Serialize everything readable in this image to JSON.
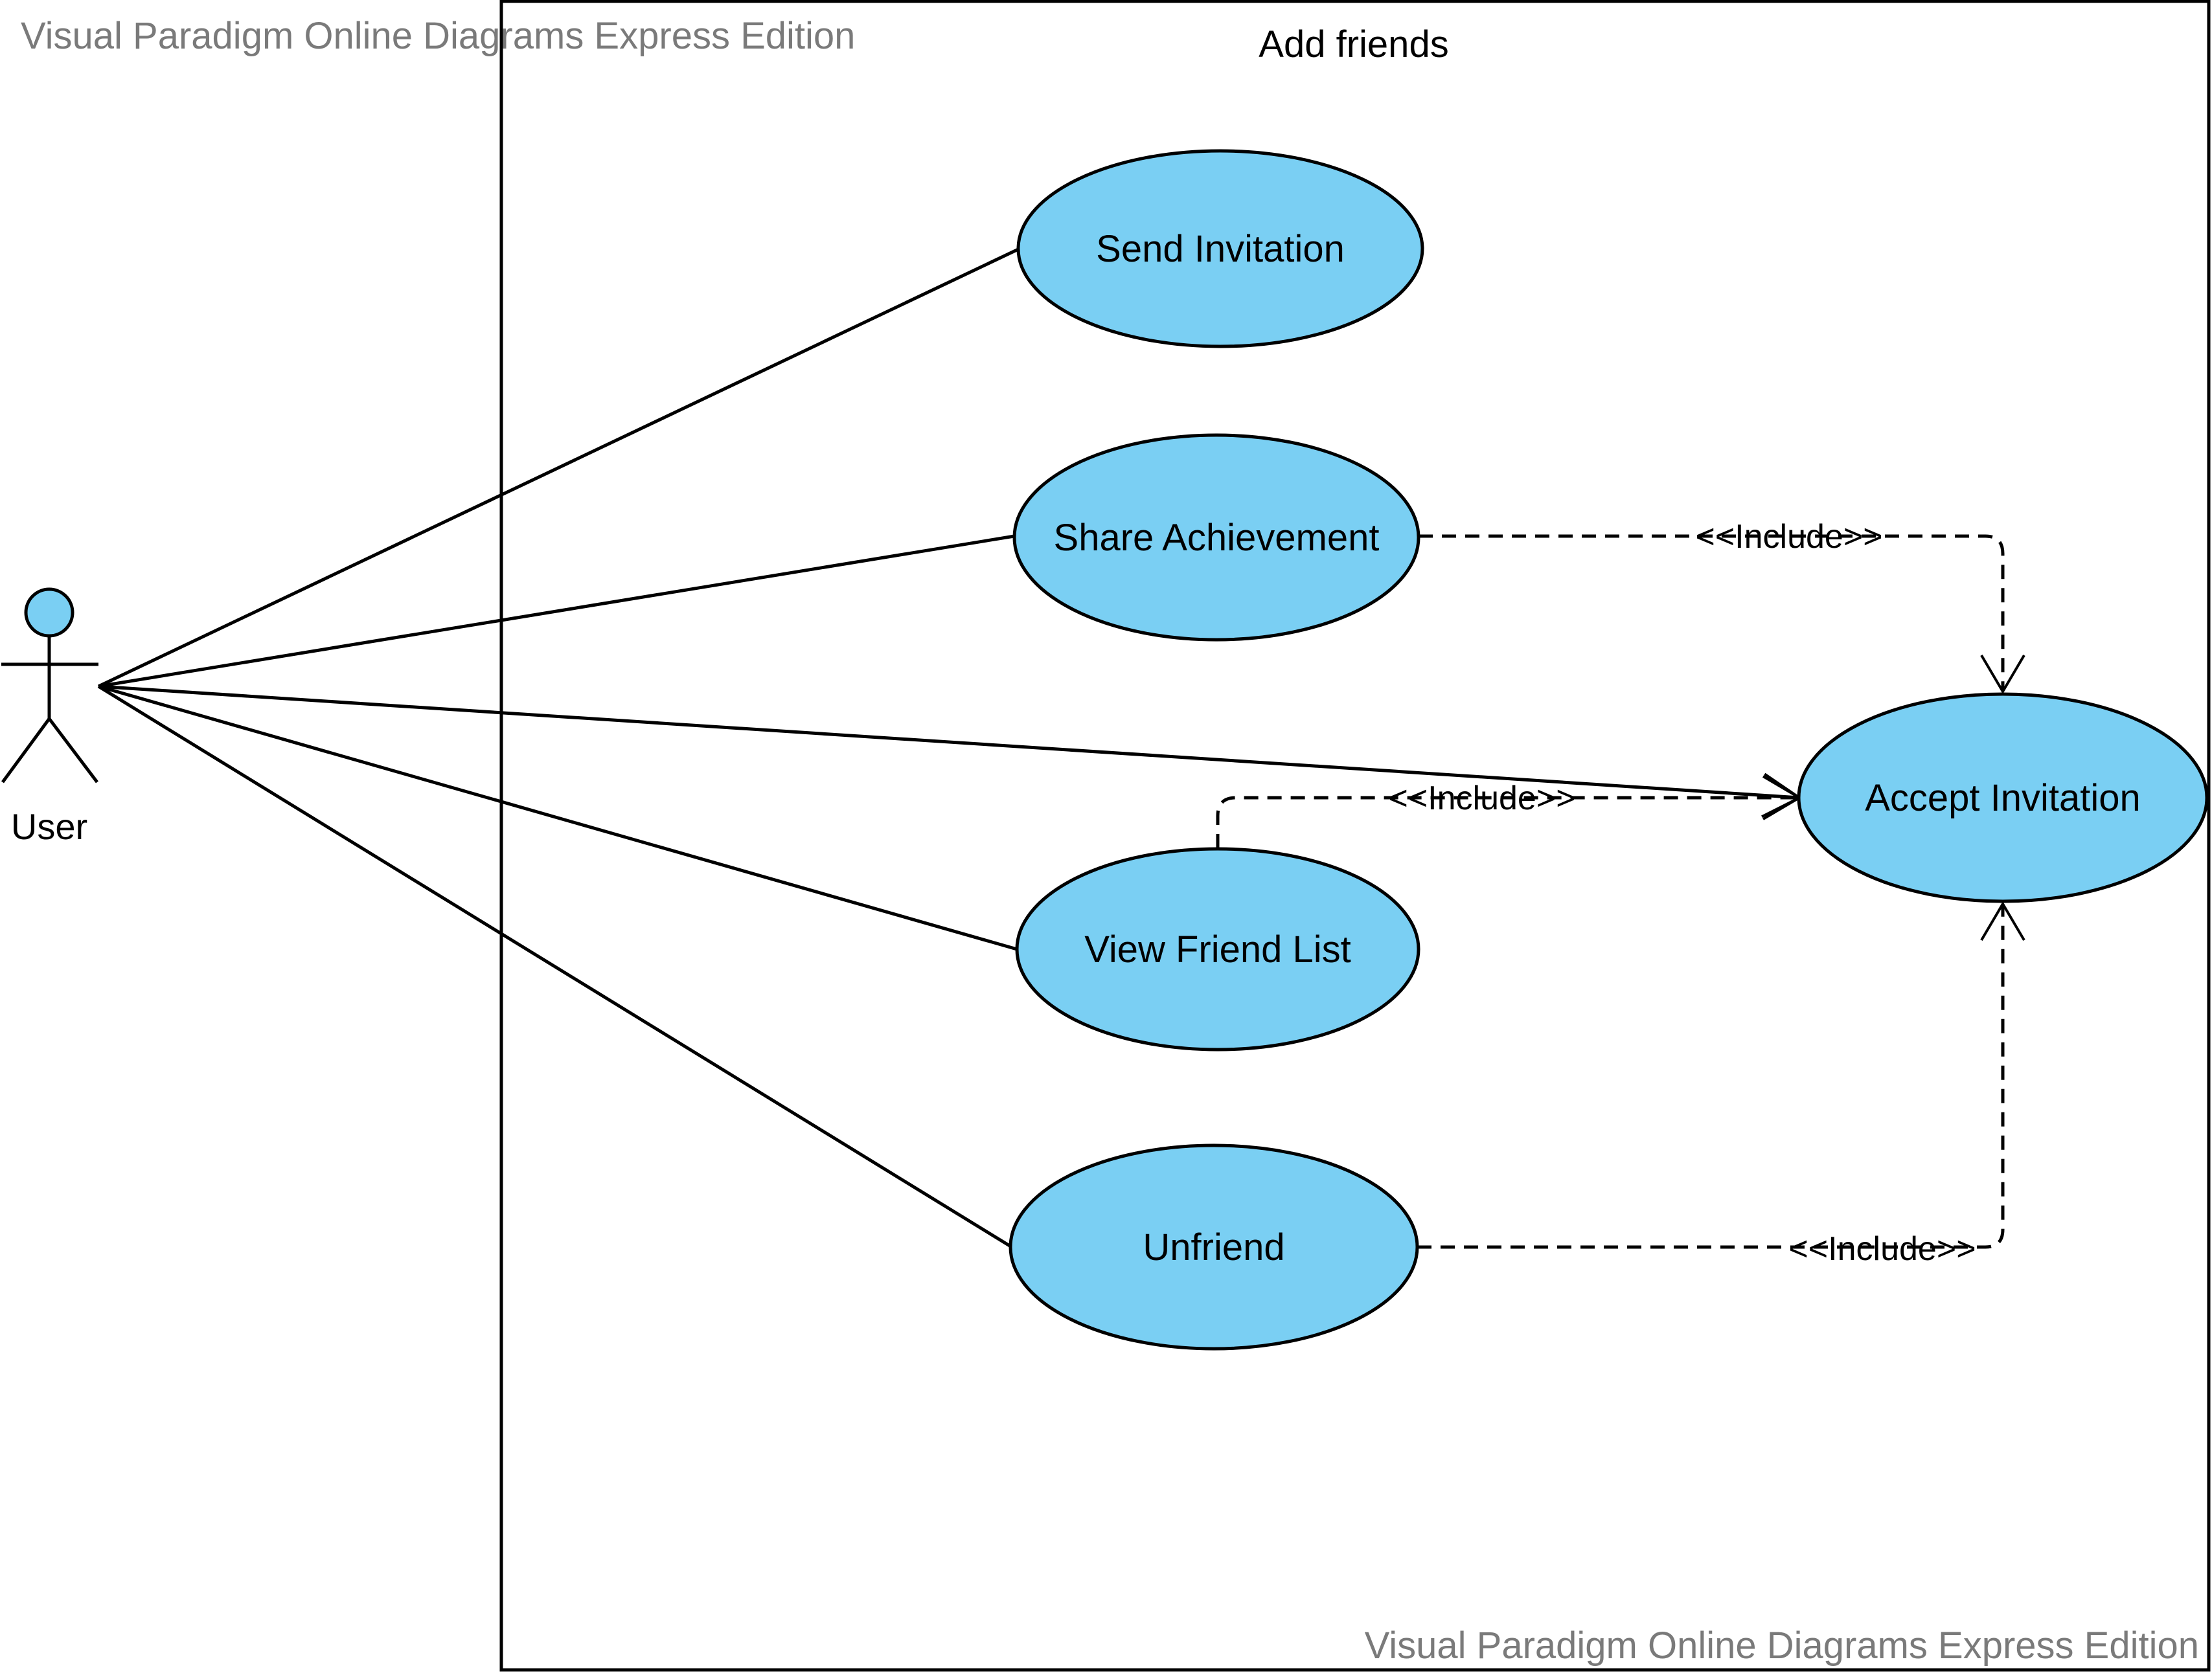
{
  "app": {
    "watermark_top": "Visual Paradigm Online Diagrams Express Edition",
    "watermark_bottom": "Visual Paradigm Online Diagrams Express Edition"
  },
  "diagram": {
    "system_title": "Add friends",
    "actor": {
      "label": "User",
      "fill": "#7ACFF3"
    },
    "use_cases": [
      {
        "id": "send-invitation",
        "label": "Send Invitation"
      },
      {
        "id": "share-achievement",
        "label": "Share Achievement"
      },
      {
        "id": "view-friend-list",
        "label": "View Friend List"
      },
      {
        "id": "unfriend",
        "label": "Unfriend"
      },
      {
        "id": "accept-invitation",
        "label": "Accept Invitation"
      }
    ],
    "include_labels": {
      "share_achievement": "<<Include>>",
      "view_friend_list": "<<Include>>",
      "unfriend": "<<Include>>"
    },
    "colors": {
      "use_case_fill": "#7ACFF3",
      "stroke": "#000000",
      "watermark": "#7A7A7A"
    }
  }
}
